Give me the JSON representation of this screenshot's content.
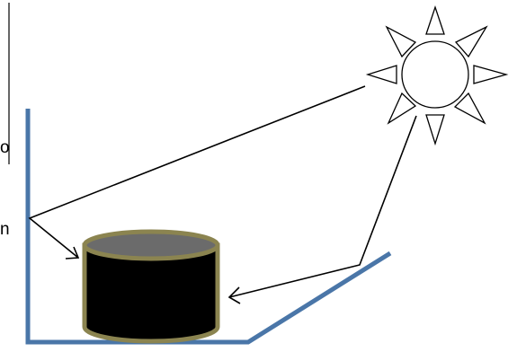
{
  "diagram": {
    "fragments": [
      {
        "id": "fragment-top",
        "text": "o"
      },
      {
        "id": "fragment-mid",
        "text": "n"
      }
    ],
    "colors": {
      "background": "#ffffff",
      "reflector": "#4a76a8",
      "can_rim": "#8b8450",
      "can_body": "#000000",
      "can_top": "#6b6b6b",
      "rays": "#000000",
      "sun_outline": "#000000"
    },
    "icons": [
      "sun-icon",
      "solar-cooker-pot-icon"
    ]
  }
}
